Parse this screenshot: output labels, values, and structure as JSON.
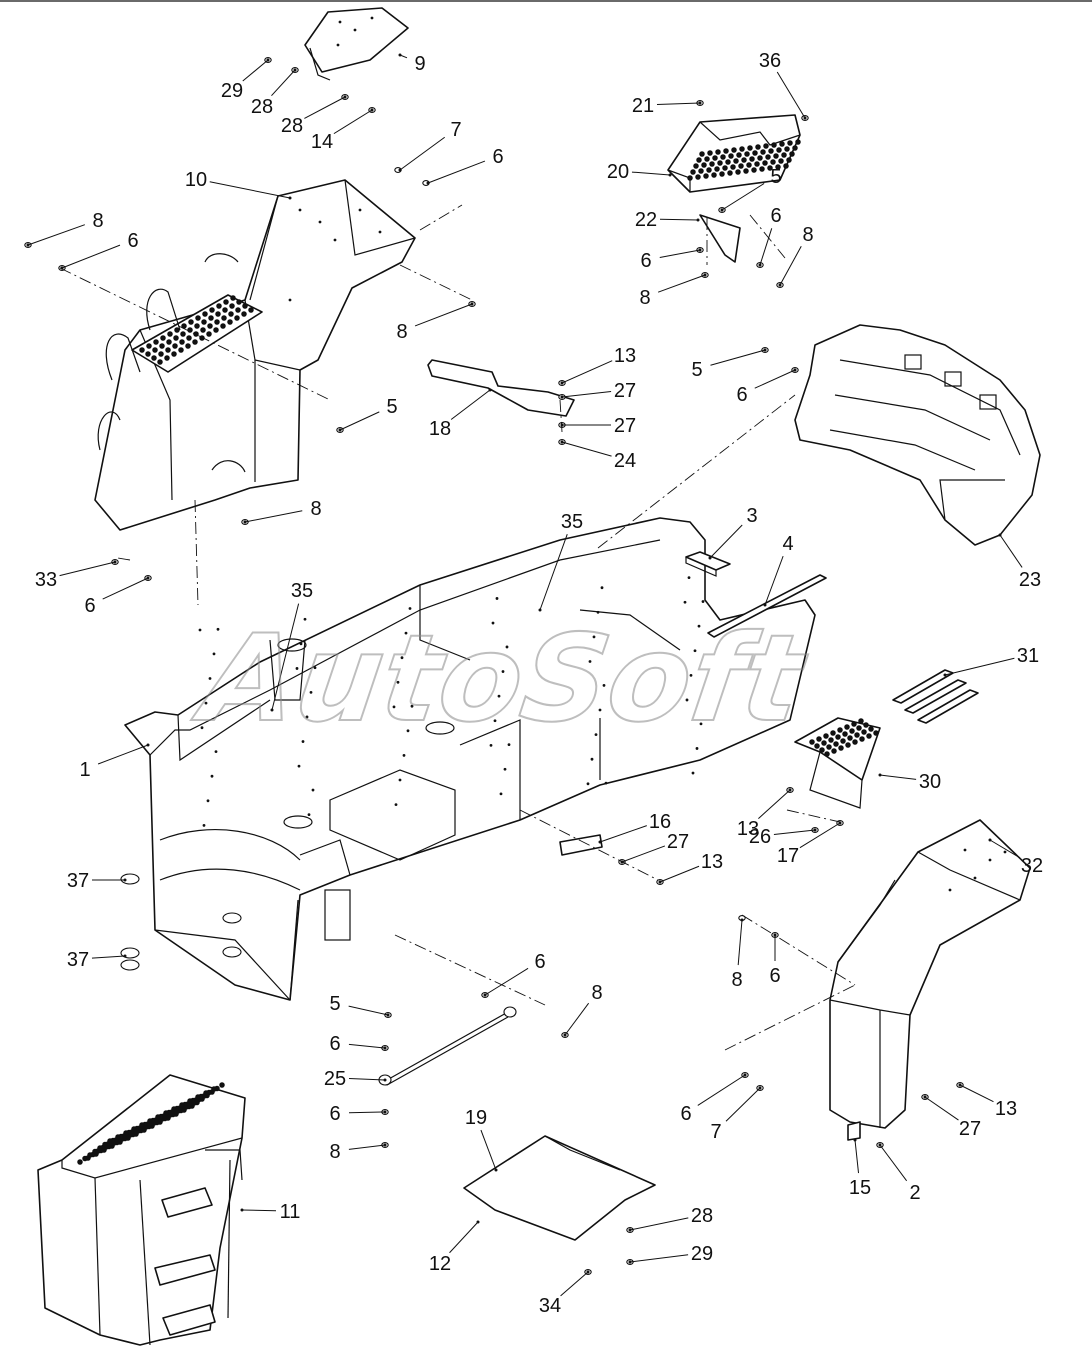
{
  "diagram": {
    "watermark": "AutoSoft",
    "callouts": [
      {
        "id": "c9",
        "label": "9"
      },
      {
        "id": "c29a",
        "label": "29"
      },
      {
        "id": "c28a",
        "label": "28"
      },
      {
        "id": "c28b",
        "label": "28"
      },
      {
        "id": "c14",
        "label": "14"
      },
      {
        "id": "c7a",
        "label": "7"
      },
      {
        "id": "c6a",
        "label": "6"
      },
      {
        "id": "c10",
        "label": "10"
      },
      {
        "id": "c8a",
        "label": "8"
      },
      {
        "id": "c6b",
        "label": "6"
      },
      {
        "id": "c8b",
        "label": "8"
      },
      {
        "id": "c5a",
        "label": "5"
      },
      {
        "id": "c8c",
        "label": "8"
      },
      {
        "id": "c33",
        "label": "33"
      },
      {
        "id": "c6c",
        "label": "6"
      },
      {
        "id": "c36",
        "label": "36"
      },
      {
        "id": "c21",
        "label": "21"
      },
      {
        "id": "c20",
        "label": "20"
      },
      {
        "id": "c5b",
        "label": "5"
      },
      {
        "id": "c22",
        "label": "22"
      },
      {
        "id": "c6d",
        "label": "6"
      },
      {
        "id": "c6e",
        "label": "6"
      },
      {
        "id": "c8d",
        "label": "8"
      },
      {
        "id": "c8e",
        "label": "8"
      },
      {
        "id": "c13a",
        "label": "13"
      },
      {
        "id": "c27a",
        "label": "27"
      },
      {
        "id": "c18",
        "label": "18"
      },
      {
        "id": "c27b",
        "label": "27"
      },
      {
        "id": "c24",
        "label": "24"
      },
      {
        "id": "c5c",
        "label": "5"
      },
      {
        "id": "c6f",
        "label": "6"
      },
      {
        "id": "c23",
        "label": "23"
      },
      {
        "id": "c35a",
        "label": "35"
      },
      {
        "id": "c3",
        "label": "3"
      },
      {
        "id": "c4",
        "label": "4"
      },
      {
        "id": "c35b",
        "label": "35"
      },
      {
        "id": "c31",
        "label": "31"
      },
      {
        "id": "c1",
        "label": "1"
      },
      {
        "id": "c13b",
        "label": "13"
      },
      {
        "id": "c30",
        "label": "30"
      },
      {
        "id": "c26",
        "label": "26"
      },
      {
        "id": "c17",
        "label": "17"
      },
      {
        "id": "c16",
        "label": "16"
      },
      {
        "id": "c27c",
        "label": "27"
      },
      {
        "id": "c13c",
        "label": "13"
      },
      {
        "id": "c32",
        "label": "32"
      },
      {
        "id": "c37a",
        "label": "37"
      },
      {
        "id": "c37b",
        "label": "37"
      },
      {
        "id": "c6g",
        "label": "6"
      },
      {
        "id": "c8f",
        "label": "8"
      },
      {
        "id": "c8g",
        "label": "8"
      },
      {
        "id": "c6h",
        "label": "6"
      },
      {
        "id": "c5d",
        "label": "5"
      },
      {
        "id": "c6i",
        "label": "6"
      },
      {
        "id": "c25",
        "label": "25"
      },
      {
        "id": "c6j",
        "label": "6"
      },
      {
        "id": "c8h",
        "label": "8"
      },
      {
        "id": "c19",
        "label": "19"
      },
      {
        "id": "c6k",
        "label": "6"
      },
      {
        "id": "c7b",
        "label": "7"
      },
      {
        "id": "c27d",
        "label": "27"
      },
      {
        "id": "c13d",
        "label": "13"
      },
      {
        "id": "c15",
        "label": "15"
      },
      {
        "id": "c2",
        "label": "2"
      },
      {
        "id": "c11",
        "label": "11"
      },
      {
        "id": "c28c",
        "label": "28"
      },
      {
        "id": "c29b",
        "label": "29"
      },
      {
        "id": "c12",
        "label": "12"
      },
      {
        "id": "c34",
        "label": "34"
      }
    ]
  }
}
